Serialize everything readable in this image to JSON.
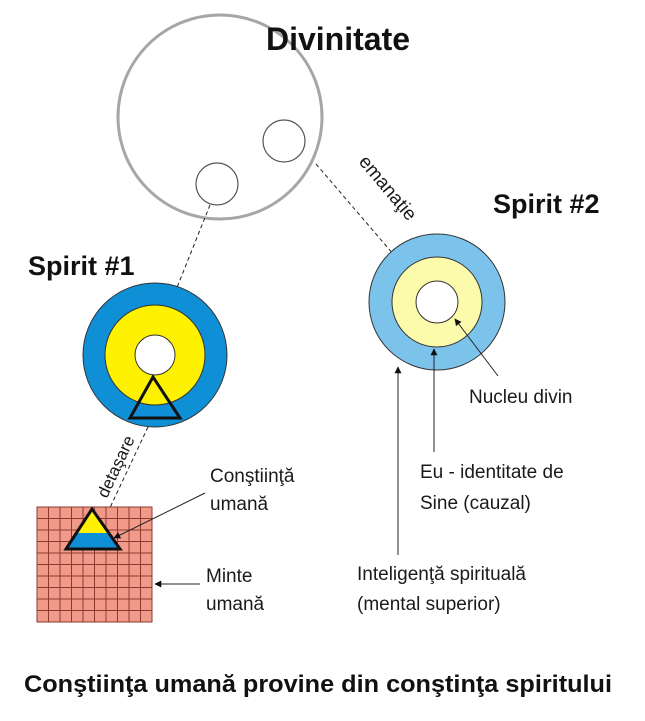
{
  "divinity": {
    "label": "Divinitate"
  },
  "spirit1": {
    "label": "Spirit #1"
  },
  "spirit2": {
    "label": "Spirit #2"
  },
  "arrows": {
    "emanation_label": "emanaţie",
    "detachment_label": "detaşare"
  },
  "labels": {
    "human_consciousness_line1": "Conştiinţă",
    "human_consciousness_line2": "umană",
    "human_mind_line1": "Minte",
    "human_mind_line2": "umană",
    "divine_nucleus": "Nucleu divin",
    "self_identity_line1": "Eu - identitate de",
    "self_identity_line2": "Sine (cauzal)",
    "spiritual_intelligence_line1": "Inteligenţă spirituală",
    "spiritual_intelligence_line2": "(mental superior)"
  },
  "caption": "Conştiinţa umană provine din conştinţa spiritului",
  "colors": {
    "divinity_outline": "#a6a6a6",
    "spirit1_outer": "#0e8fd6",
    "spirit1_middle": "#fff200",
    "spirit2_outer": "#7cc3ec",
    "spirit2_middle": "#fcfbab",
    "mind_grid_fill": "#f29a8a",
    "mind_grid_lines": "#8a3a30",
    "triangle_top": "#fff200",
    "triangle_bottom": "#0e8fd6"
  }
}
